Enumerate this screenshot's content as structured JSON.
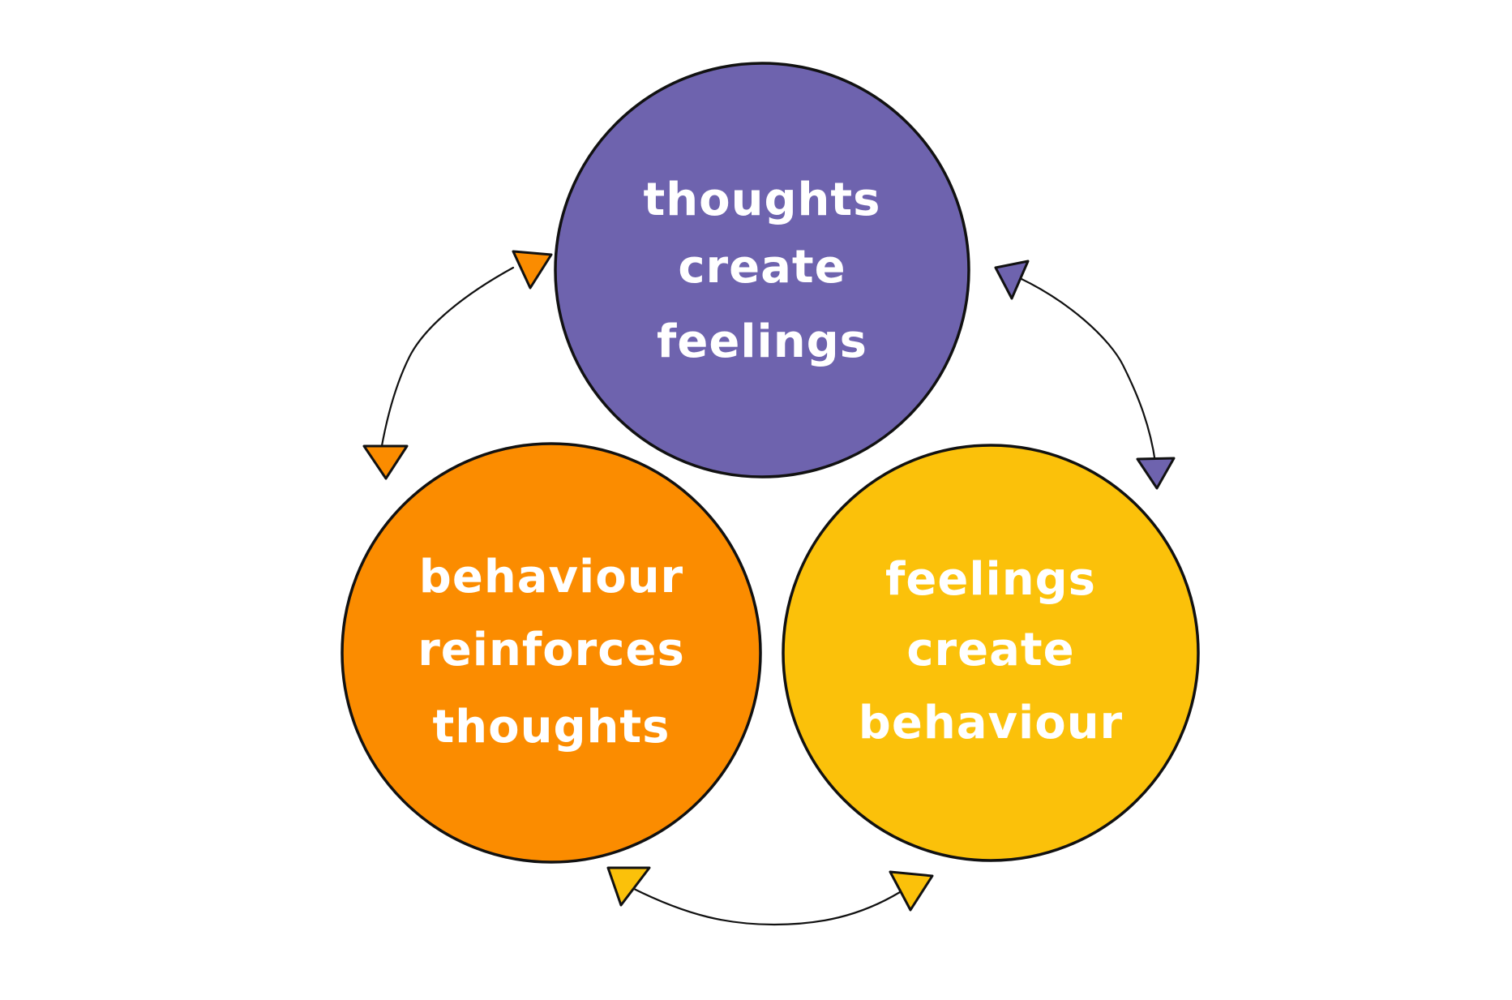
{
  "nodes": [
    {
      "id": "thoughts",
      "color": "#6E63AE",
      "lines": [
        "thoughts",
        "create",
        "feelings"
      ]
    },
    {
      "id": "behaviour",
      "color": "#FB8C00",
      "lines": [
        "behaviour",
        "reinforces",
        "thoughts"
      ]
    },
    {
      "id": "feelings",
      "color": "#FBC10A",
      "lines": [
        "feelings",
        "create",
        "behaviour"
      ]
    }
  ],
  "connectors": [
    {
      "from": "thoughts",
      "to": "behaviour",
      "arrow_color": "#FB8C00",
      "bidirectional": true
    },
    {
      "from": "thoughts",
      "to": "feelings",
      "arrow_color": "#6E63AE",
      "bidirectional": true
    },
    {
      "from": "behaviour",
      "to": "feelings",
      "arrow_color": "#FBC10A",
      "bidirectional": true
    }
  ]
}
